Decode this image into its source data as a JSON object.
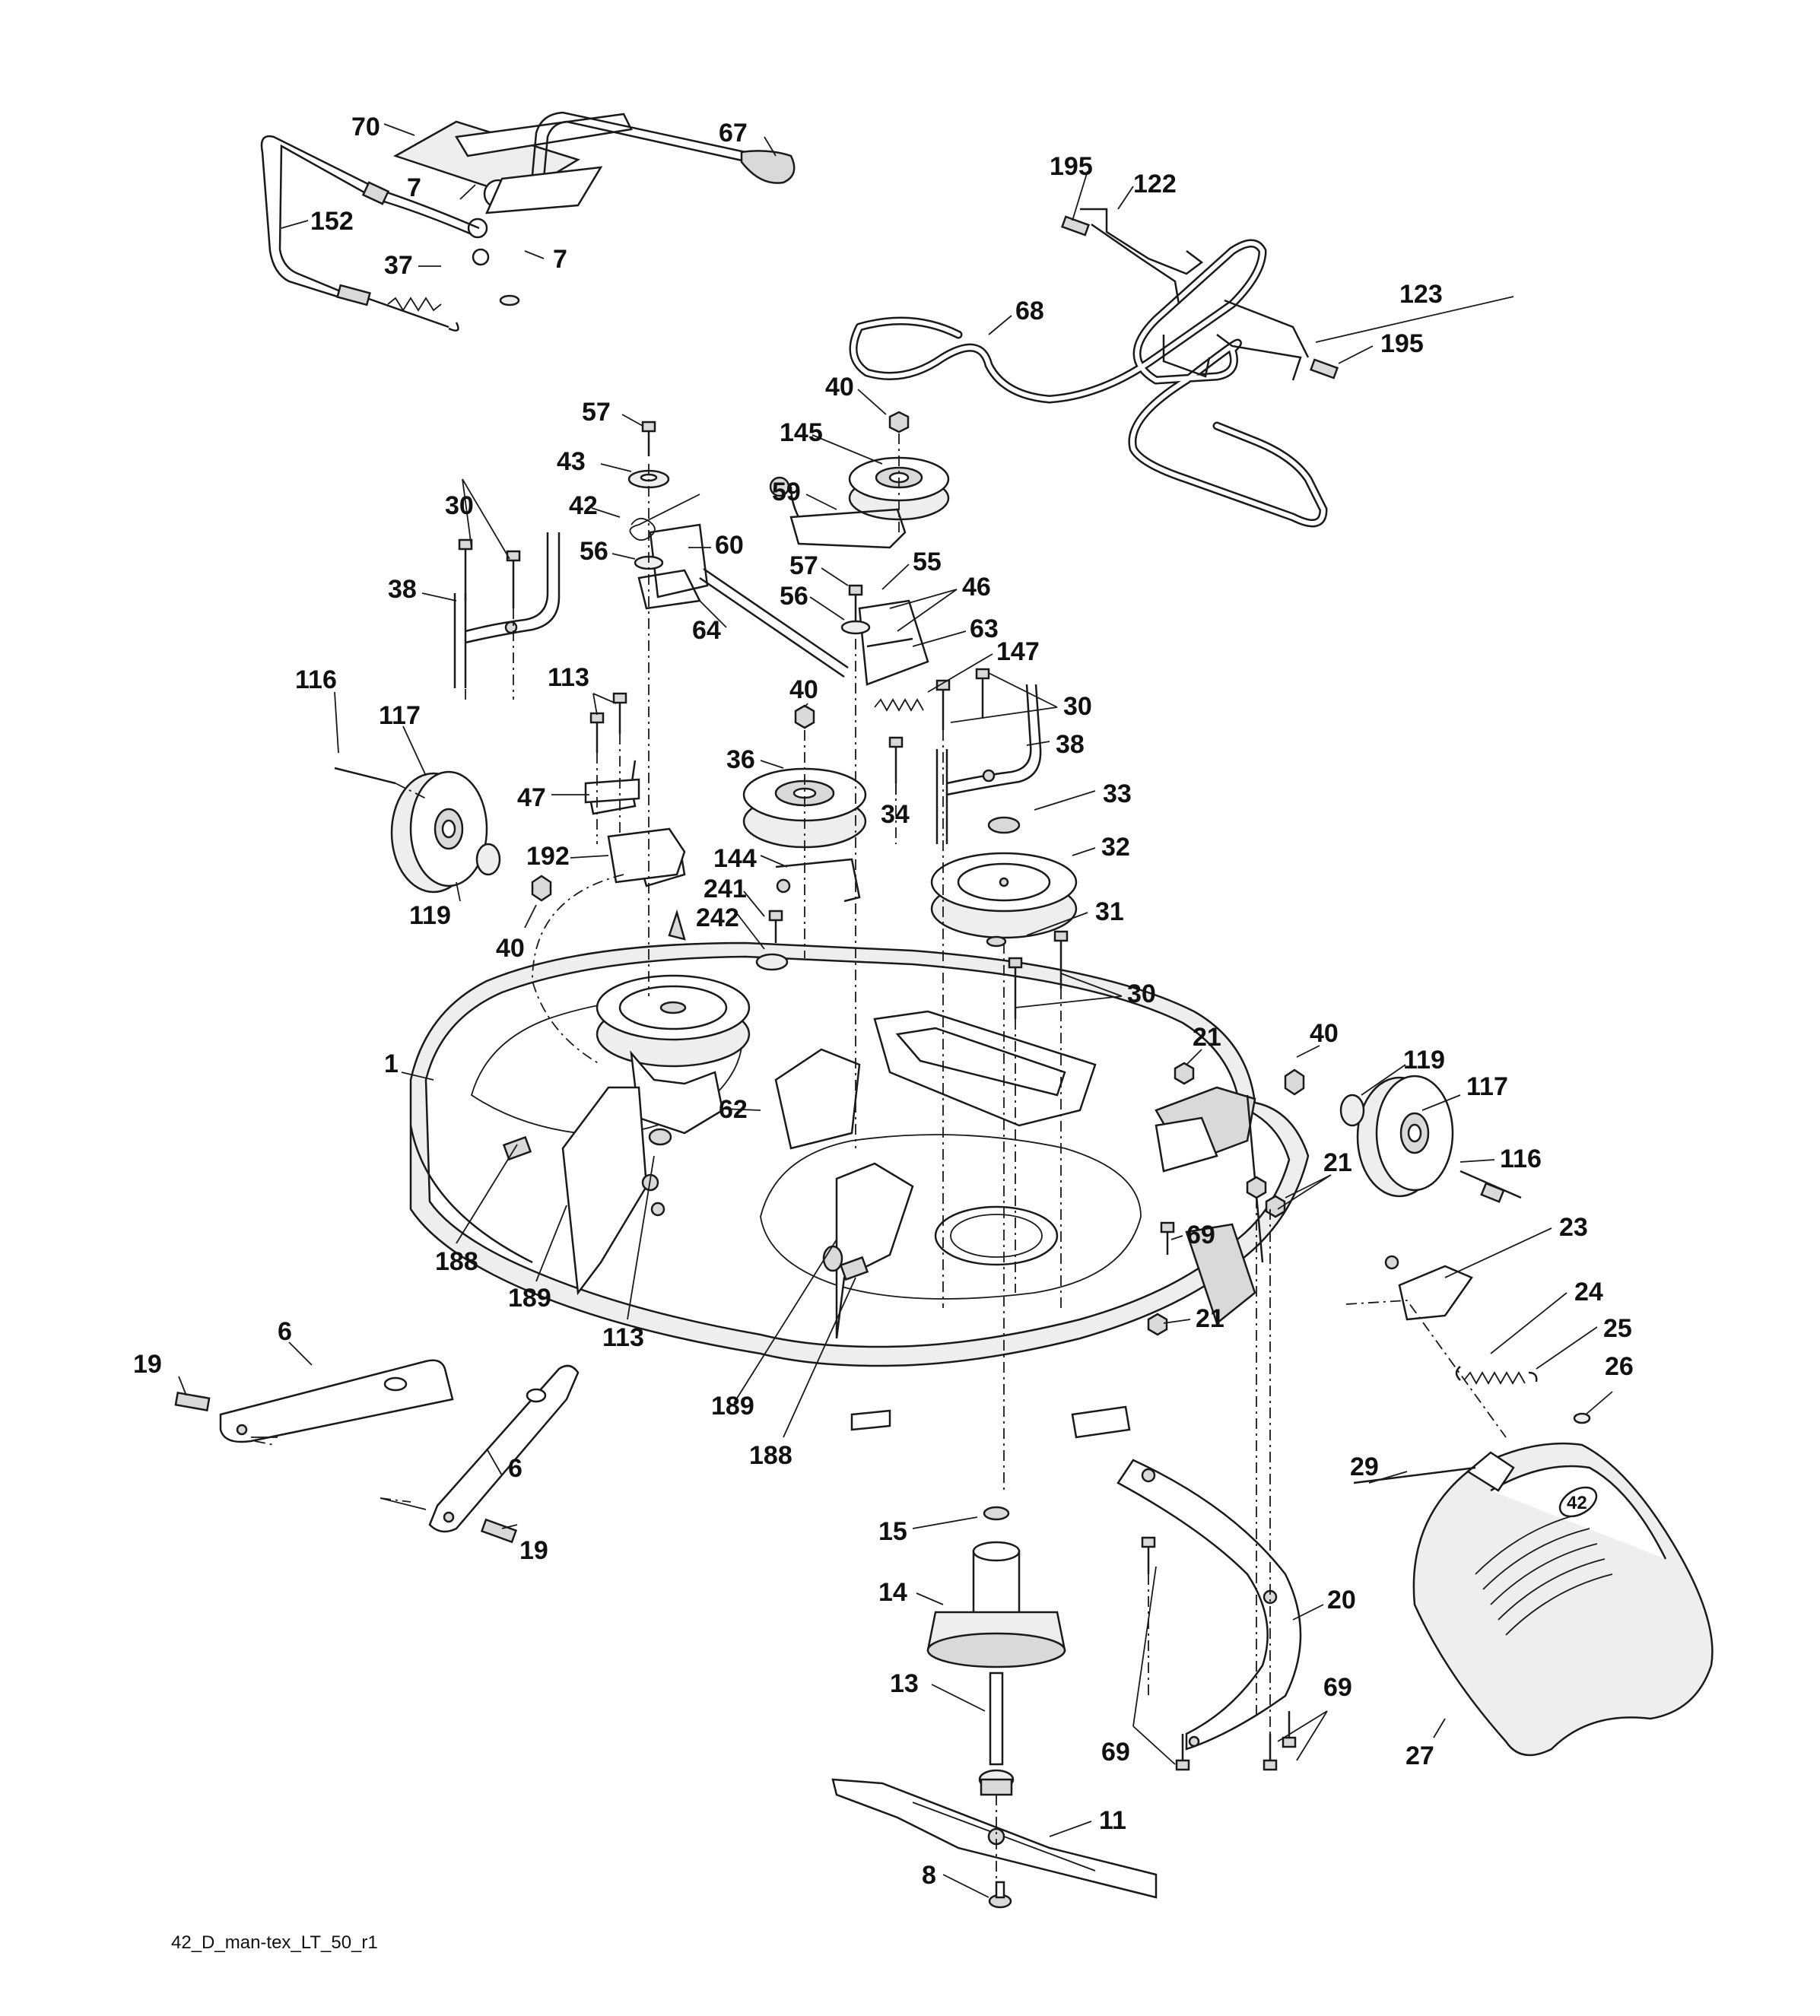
{
  "diagram_code": "42_D_man-tex_LT_50_r1",
  "discharge_logo": "42",
  "callouts": [
    "70",
    "67",
    "7",
    "152",
    "37",
    "7",
    "195",
    "122",
    "68",
    "123",
    "195",
    "57",
    "43",
    "42",
    "56",
    "60",
    "40",
    "145",
    "59",
    "57",
    "55",
    "56",
    "46",
    "64",
    "63",
    "147",
    "30",
    "38",
    "116",
    "117",
    "113",
    "40",
    "36",
    "30",
    "38",
    "34",
    "33",
    "47",
    "192",
    "144",
    "241",
    "242",
    "32",
    "119",
    "40",
    "31",
    "30",
    "1",
    "21",
    "40",
    "119",
    "117",
    "62",
    "116",
    "21",
    "69",
    "188",
    "189",
    "113",
    "23",
    "24",
    "25",
    "21",
    "6",
    "19",
    "189",
    "188",
    "26",
    "29",
    "6",
    "19",
    "15",
    "14",
    "20",
    "27",
    "13",
    "69",
    "69",
    "11",
    "8"
  ]
}
